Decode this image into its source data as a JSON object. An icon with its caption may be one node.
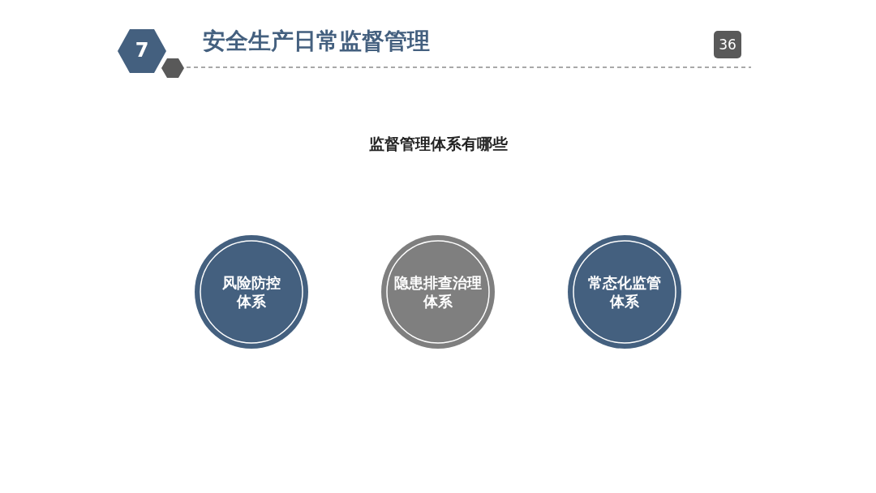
{
  "diagram": {
    "title": "安全生产日常监督管理",
    "nodes": [
      {
        "text": [
          "7"
        ]
      },
      {
        "text": [
          "36"
        ]
      },
      {
        "text": [
          "风险防控体系"
        ]
      },
      {
        "text": [
          "隐患排查治理体系"
        ]
      },
      {
        "text": [
          "常态化监管体系"
        ]
      }
    ],
    "labels": [
      "监督管理体系有哪些"
    ]
  }
}
